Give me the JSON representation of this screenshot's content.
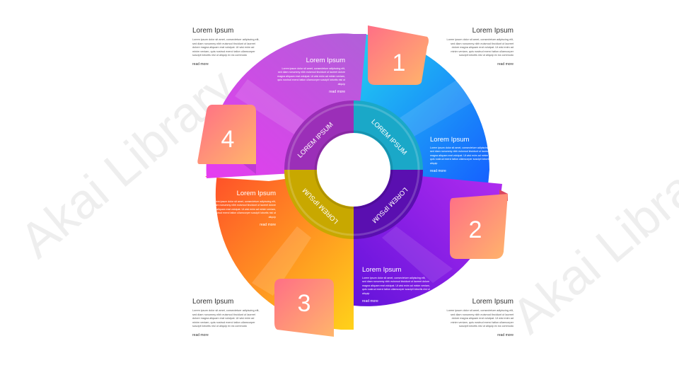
{
  "corners": [
    {
      "title": "Lorem Ipsum",
      "body": "Lorem ipsum dolor sit amet, consectetuer adipiscing elit, sed diam nonummy nibh euismod tincidunt ut laoreet dolore magna aliquam erat volutpat. Ut wisi enim ad minim veniam, quis nostrud exerci tation ullamcorper suscipit lobortis nisl ut aliquip ex ea commodo",
      "link": "read more"
    },
    {
      "title": "Lorem Ipsum",
      "body": "Lorem ipsum dolor sit amet, consectetuer adipiscing elit, sed diam nonummy nibh euismod tincidunt ut laoreet dolore magna aliquam erat volutpat. Ut wisi enim ad minim veniam, quis nostrud exerci tation ullamcorper suscipit lobortis nisl ut aliquip ex ea commodo",
      "link": "read more"
    },
    {
      "title": "Lorem Ipsum",
      "body": "Lorem ipsum dolor sit amet, consectetuer adipiscing elit, sed diam nonummy nibh euismod tincidunt ut laoreet dolore magna aliquam erat volutpat. Ut wisi enim ad minim veniam, quis nostrud exerci tation ullamcorper suscipit lobortis nisl ut aliquip ex ea commodo",
      "link": "read more"
    },
    {
      "title": "Lorem Ipsum",
      "body": "Lorem ipsum dolor sit amet, consectetuer adipiscing elit, sed diam nonummy nibh euismod tincidunt ut laoreet dolore magna aliquam erat volutpat. Ut wisi enim ad minim veniam, quis nostrud exerci tation ullamcorper suscipit lobortis nisl ut aliquip ex ea commodo",
      "link": "read more"
    }
  ],
  "segments": [
    {
      "title": "Lorem Ipsum",
      "body": "Lorem ipsum dolor sit amet, consectetuer adipiscing elit, sed diam nonummy nibh euismod tincidunt ut laoreet dolore magna aliquam erat volutpat. Ut wisi enim ad minim veniam, quis nostrud exerci tation ullamcorper suscipit lobortis nisl ut aliquip",
      "link": "read more"
    },
    {
      "title": "Lorem Ipsum",
      "body": "Lorem ipsum dolor sit amet, consectetuer adipiscing elit, sed diam nonummy nibh euismod tincidunt ut laoreet dolore magna aliquam erat volutpat. Ut wisi enim ad minim veniam, quis nostrud exerci tation ullamcorper suscipit lobortis nisl ut aliquip",
      "link": "read more"
    },
    {
      "title": "Lorem Ipsum",
      "body": "Lorem ipsum dolor sit amet, consectetuer adipiscing elit, sed diam nonummy nibh euismod tincidunt ut laoreet dolore magna aliquam erat volutpat. Ut wisi enim ad minim veniam, quis nostrud exerci tation ullamcorper suscipit lobortis nisl ut aliquip",
      "link": "read more"
    },
    {
      "title": "Lorem Ipsum",
      "body": "Lorem ipsum dolor sit amet, consectetuer adipiscing elit, sed diam nonummy nibh euismod tincidunt ut laoreet dolore magna aliquam erat volutpat. Ut wisi enim ad minim veniam, quis nostrud exerci tation ullamcorper suscipit lobortis nisl ut aliquip",
      "link": "read more"
    }
  ],
  "ring_labels": [
    "LOREM IPSUM",
    "LOREM IPSUM",
    "LOREM IPSUM",
    "LOREM IPSUM"
  ],
  "badges": [
    "1",
    "2",
    "3",
    "4"
  ],
  "watermark": "Akai Library",
  "colors": {
    "blue": "#1e90ff",
    "cyan": "#22d3f0",
    "purple": "#6a0fd8",
    "violet": "#a020f0",
    "orange": "#ff5a1f",
    "yellow": "#ffd21a",
    "magenta": "#d63cf0",
    "pink": "#ff7aa8",
    "badge_top": "#ff6f86",
    "badge_bottom": "#ffb56b",
    "ring_teal": "#1aa8c8",
    "ring_indigo": "#5a0fb0",
    "ring_olive": "#c8a800",
    "ring_plum": "#9b2fb8"
  }
}
